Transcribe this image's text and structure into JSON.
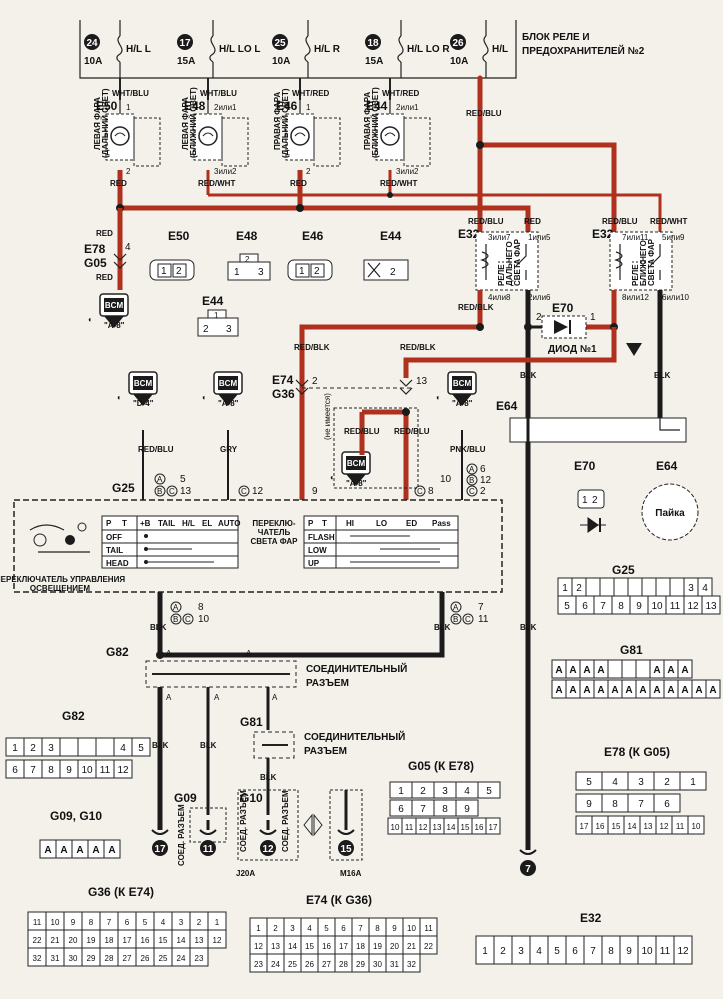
{
  "fuse_block": {
    "title_line1": "БЛОК РЕЛЕ И",
    "title_line2": "ПРЕДОХРАНИТЕЛЕЙ №2",
    "fuses": [
      {
        "num": "24",
        "amp": "10A",
        "name": "H/L L"
      },
      {
        "num": "17",
        "amp": "15A",
        "name": "H/L LO L"
      },
      {
        "num": "25",
        "amp": "10A",
        "name": "H/L R"
      },
      {
        "num": "18",
        "amp": "15A",
        "name": "H/L LO R"
      },
      {
        "num": "26",
        "amp": "10A",
        "name": "H/L"
      }
    ]
  },
  "lamps": [
    {
      "id": "E50",
      "wire_in": "WHT/BLU",
      "pin_in": "1",
      "pin_out": "2",
      "wire_out": "RED",
      "label1": "ЛЕВАЯ ФАРА",
      "label2": "(ДАЛЬНИЙ СВЕТ)"
    },
    {
      "id": "E48",
      "wire_in": "WHT/BLU",
      "pin_in": "2или1",
      "pin_out": "3или2",
      "wire_out": "RED/WHT",
      "label1": "ЛЕВАЯ ФАРА",
      "label2": "(БЛИЖНИЙ СВЕТ)"
    },
    {
      "id": "E46",
      "wire_in": "WHT/RED",
      "pin_in": "1",
      "pin_out": "2",
      "wire_out": "RED",
      "label1": "ПРАВАЯ ФАРА",
      "label2": "(ДАЛЬНИЙ СВЕТ)"
    },
    {
      "id": "E44",
      "wire_in": "WHT/RED",
      "pin_in": "2или1",
      "pin_out": "3или2",
      "wire_out": "RED/WHT",
      "label1": "ПРАВАЯ ФАРА",
      "label2": "(БЛИЖНИЙ СВЕТ)"
    }
  ],
  "wires": {
    "red_blu": "RED/BLU",
    "red": "RED",
    "red_wht": "RED/WHT",
    "red_blk": "RED/BLK",
    "blk": "BLK",
    "gry": "GRY",
    "pnk_blu": "PNK/BLU"
  },
  "e78_g05": {
    "e78": "E78",
    "g05": "G05",
    "pin": "4"
  },
  "connector_headers": {
    "e50": "E50",
    "e48": "E48",
    "e46": "E46",
    "e44": "E44",
    "e44b": "E44",
    "e70": "E70",
    "e64": "E64",
    "g25": "G25",
    "g81": "G81",
    "g82": "G82",
    "g05": "G05 (К E78)",
    "e78": "E78 (К G05)",
    "g09g10": "G09, G10",
    "g36": "G36 (К E74)",
    "e74": "E74 (К G36)",
    "e32": "E32"
  },
  "bcm": {
    "label": "BCM",
    "pins": [
      "\"A-8\"",
      "\"D-4\"",
      "\"A-8\"",
      "\"A-8\"",
      "\"A-8\""
    ]
  },
  "relays": [
    {
      "id": "E32",
      "pins_top": [
        "3или7",
        "1или5"
      ],
      "pins_bot": [
        "4или8",
        "2или6"
      ],
      "label": [
        "РЕЛЕ",
        "ДАЛЬНЕГО",
        "СВЕТА ФАР"
      ]
    },
    {
      "id": "E32",
      "pins_top": [
        "7или11",
        "5или9"
      ],
      "pins_bot": [
        "8или12",
        "6или10"
      ],
      "label": [
        "РЕЛЕ",
        "БЛИЖНЕГО",
        "СВЕТА ФАР"
      ]
    }
  ],
  "diode": {
    "id": "E70",
    "label": "ДИОД №1",
    "pin1": "1",
    "pin2": "2"
  },
  "e74_g36": {
    "e74": "E74",
    "g36": "G36",
    "pin_a": "2",
    "pin_b": "13",
    "note": "(не имеется)"
  },
  "e64": "E64",
  "switch_pins": {
    "g25": "G25",
    "a5": "5",
    "b13": "13",
    "c12": "12",
    "p9": "9",
    "c8": "8",
    "a6": "6",
    "b12": "12",
    "c2": "2",
    "p10": "10",
    "a8": "8",
    "c10": "10",
    "a7": "7",
    "c11": "11"
  },
  "light_switch": {
    "title": [
      "ПЕРЕКЛЮЧАТЕЛЬ УПРАВЛЕНИЯ",
      "ОСВЕЩЕНИЕМ"
    ],
    "header": [
      "P",
      "T",
      "+B",
      "TAIL",
      "H/L",
      "EL",
      "AUTO"
    ],
    "rows": [
      "OFF",
      "TAIL",
      "HEAD"
    ]
  },
  "beam_switch": {
    "title": [
      "ПЕРЕКЛЮ-",
      "ЧАТЕЛЬ",
      "СВЕТА ФАР"
    ],
    "header": [
      "P",
      "T",
      "HI",
      "LO",
      "ED",
      "Pass"
    ],
    "rows": [
      "FLASH",
      "LOW",
      "UP"
    ]
  },
  "joints": [
    {
      "id": "G82",
      "label": [
        "СОЕДИНИТЕЛЬНЫЙ",
        "РАЗЪЕМ"
      ]
    },
    {
      "id": "G81",
      "label": [
        "СОЕДИНИТЕЛЬНЫЙ",
        "РАЗЪЕМ"
      ]
    }
  ],
  "grounds": [
    {
      "num": "17"
    },
    {
      "num": "11"
    },
    {
      "num": "12"
    },
    {
      "num": "15"
    },
    {
      "num": "7"
    }
  ],
  "ground_labels": {
    "g09": "G09",
    "g10": "G10",
    "soed": "СОЕД. РАЗЪЕМ",
    "j20a": "J20A",
    "m16a": "M16A"
  },
  "pin_letter": "A",
  "e64_label": "Пайка",
  "connectors": {
    "g25": [
      [
        "1",
        "2",
        "",
        "",
        "",
        "",
        "",
        "",
        "",
        "3",
        "4"
      ],
      [
        "5",
        "6",
        "7",
        "8",
        "9",
        "10",
        "11",
        "12",
        "13"
      ]
    ],
    "g81": [
      [
        "A",
        "A",
        "A",
        "A",
        "",
        "",
        "",
        "A",
        "A",
        "A"
      ],
      [
        "A",
        "A",
        "A",
        "A",
        "A",
        "A",
        "A",
        "A",
        "A",
        "A",
        "A",
        "A"
      ]
    ],
    "g82": [
      [
        "1",
        "2",
        "3",
        "",
        "",
        "",
        "4",
        "5"
      ],
      [
        "6",
        "7",
        "8",
        "9",
        "10",
        "11",
        "12"
      ]
    ],
    "g05": [
      [
        "1",
        "2",
        "3",
        "4",
        "5"
      ],
      [
        "6",
        "7",
        "8",
        "9"
      ],
      [
        "10",
        "11",
        "12",
        "13",
        "14",
        "15",
        "16",
        "17"
      ]
    ],
    "e78": [
      [
        "5",
        "4",
        "3",
        "2",
        "1"
      ],
      [
        "9",
        "8",
        "7",
        "6"
      ],
      [
        "17",
        "16",
        "15",
        "14",
        "13",
        "12",
        "11",
        "10"
      ]
    ],
    "g09": [
      "A",
      "A",
      "A",
      "A",
      "A"
    ],
    "g36": [
      [
        "11",
        "10",
        "9",
        "8",
        "7",
        "6",
        "5",
        "4",
        "3",
        "2",
        "1"
      ],
      [
        "22",
        "21",
        "20",
        "19",
        "18",
        "17",
        "16",
        "15",
        "14",
        "13",
        "12"
      ],
      [
        "32",
        "31",
        "30",
        "29",
        "28",
        "27",
        "26",
        "25",
        "24",
        "23"
      ]
    ],
    "e74": [
      [
        "1",
        "2",
        "3",
        "4",
        "5",
        "6",
        "7",
        "8",
        "9",
        "10",
        "11"
      ],
      [
        "12",
        "13",
        "14",
        "15",
        "16",
        "17",
        "18",
        "19",
        "20",
        "21",
        "22"
      ],
      [
        "23",
        "24",
        "25",
        "26",
        "27",
        "28",
        "29",
        "30",
        "31",
        "32"
      ]
    ],
    "e32": [
      "1",
      "2",
      "3",
      "4",
      "5",
      "6",
      "7",
      "8",
      "9",
      "10",
      "11",
      "12"
    ],
    "e70": [
      "1",
      "2"
    ]
  },
  "colors": {
    "red_wire": "#b0301e",
    "black_wire": "#1b1b1b",
    "paper": "#f3f1ea"
  }
}
